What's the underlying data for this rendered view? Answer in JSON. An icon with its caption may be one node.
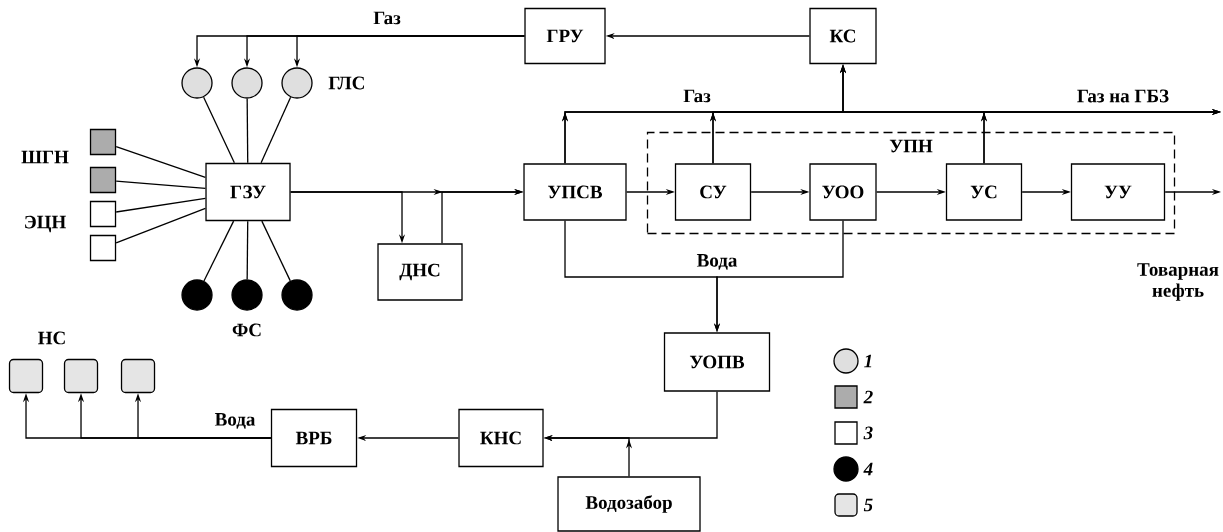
{
  "diagram": {
    "nodes": [
      {
        "text": [
          "ГРУ"
        ]
      },
      {
        "text": [
          "КС"
        ]
      },
      {
        "text": [],
        "shape": "circle"
      },
      {
        "text": [],
        "shape": "circle"
      },
      {
        "text": [],
        "shape": "circle",
        "beside": [
          "ГЛС"
        ]
      },
      {
        "text": [],
        "shape": "box"
      },
      {
        "text": [],
        "shape": "box"
      },
      {
        "text": [],
        "shape": "box"
      },
      {
        "text": [],
        "shape": "box"
      },
      {
        "text": [
          "ГЗУ"
        ]
      },
      {
        "text": [],
        "shape": "circle"
      },
      {
        "text": [],
        "shape": "circle"
      },
      {
        "text": [],
        "shape": "circle"
      },
      {
        "text": [
          "ДНС"
        ]
      },
      {
        "text": [
          "УПСВ"
        ]
      },
      {
        "text": [
          "УПН"
        ]
      },
      {
        "text": [
          "СУ"
        ],
        "in": 15
      },
      {
        "text": [
          "УОО"
        ],
        "in": 15
      },
      {
        "text": [
          "УС"
        ],
        "in": 15
      },
      {
        "text": [
          "УУ"
        ],
        "in": 15
      },
      {
        "text": [
          "УОПВ"
        ]
      },
      {
        "text": [
          "КНС"
        ]
      },
      {
        "text": [
          "ВРБ"
        ]
      },
      {
        "text": [
          "Водозабор"
        ]
      },
      {
        "text": [],
        "shape": "box"
      },
      {
        "text": [],
        "shape": "box"
      },
      {
        "text": [],
        "shape": "box"
      }
    ],
    "edges": [
      {
        "from": 1,
        "to": 0,
        "arrow": "to"
      },
      {
        "from": 0,
        "to": 2,
        "arrow": "to",
        "label": "Газ"
      },
      {
        "from": 0,
        "to": 3,
        "arrow": "to"
      },
      {
        "from": 0,
        "to": 4,
        "arrow": "to"
      },
      {
        "from": 2,
        "to": 9,
        "arrow": "none"
      },
      {
        "from": 3,
        "to": 9,
        "arrow": "none"
      },
      {
        "from": 4,
        "to": 9,
        "arrow": "none"
      },
      {
        "from": 5,
        "to": 9,
        "arrow": "none"
      },
      {
        "from": 6,
        "to": 9,
        "arrow": "none"
      },
      {
        "from": 7,
        "to": 9,
        "arrow": "none"
      },
      {
        "from": 8,
        "to": 9,
        "arrow": "none"
      },
      {
        "from": 9,
        "to": 10,
        "arrow": "none"
      },
      {
        "from": 9,
        "to": 11,
        "arrow": "none"
      },
      {
        "from": 9,
        "to": 12,
        "arrow": "none"
      },
      {
        "from": 9,
        "to": 14,
        "arrow": "to"
      },
      {
        "from": 9,
        "to": 13,
        "arrow": "to"
      },
      {
        "from": 13,
        "to": 14,
        "arrow": "to"
      },
      {
        "from": 14,
        "to": 16,
        "arrow": "to"
      },
      {
        "from": 16,
        "to": 17,
        "arrow": "to"
      },
      {
        "from": 17,
        "to": 18,
        "arrow": "to"
      },
      {
        "from": 18,
        "to": 19,
        "arrow": "to"
      },
      {
        "from": 19,
        "to": null,
        "arrow": "to",
        "label": "Товарная нефть"
      },
      {
        "from": 14,
        "to": 1,
        "arrow": "to"
      },
      {
        "from": 16,
        "to": 1,
        "arrow": "to"
      },
      {
        "from": 18,
        "to": 1,
        "arrow": "to"
      },
      {
        "from": 14,
        "to": null,
        "arrow": "to",
        "label": "Газ на ГБЗ"
      },
      {
        "from": 16,
        "to": null,
        "arrow": "to"
      },
      {
        "from": 18,
        "to": null,
        "arrow": "to"
      },
      {
        "from": 14,
        "to": 20,
        "arrow": "to",
        "label": "Вода"
      },
      {
        "from": 17,
        "to": 20,
        "arrow": "to"
      },
      {
        "from": 20,
        "to": 21,
        "arrow": "to"
      },
      {
        "from": 23,
        "to": 21,
        "arrow": "to"
      },
      {
        "from": 21,
        "to": 22,
        "arrow": "to"
      },
      {
        "from": 22,
        "to": 24,
        "arrow": "to",
        "label": "Вода"
      },
      {
        "from": 22,
        "to": 25,
        "arrow": "to"
      },
      {
        "from": 22,
        "to": 26,
        "arrow": "to"
      }
    ],
    "labels": [
      "ШГН",
      "ЭЦН",
      "ФС",
      "НС",
      "Газ"
    ],
    "legend": [
      {
        "text": "1"
      },
      {
        "text": "2"
      },
      {
        "text": "3"
      },
      {
        "text": "4"
      },
      {
        "text": "5"
      }
    ]
  }
}
